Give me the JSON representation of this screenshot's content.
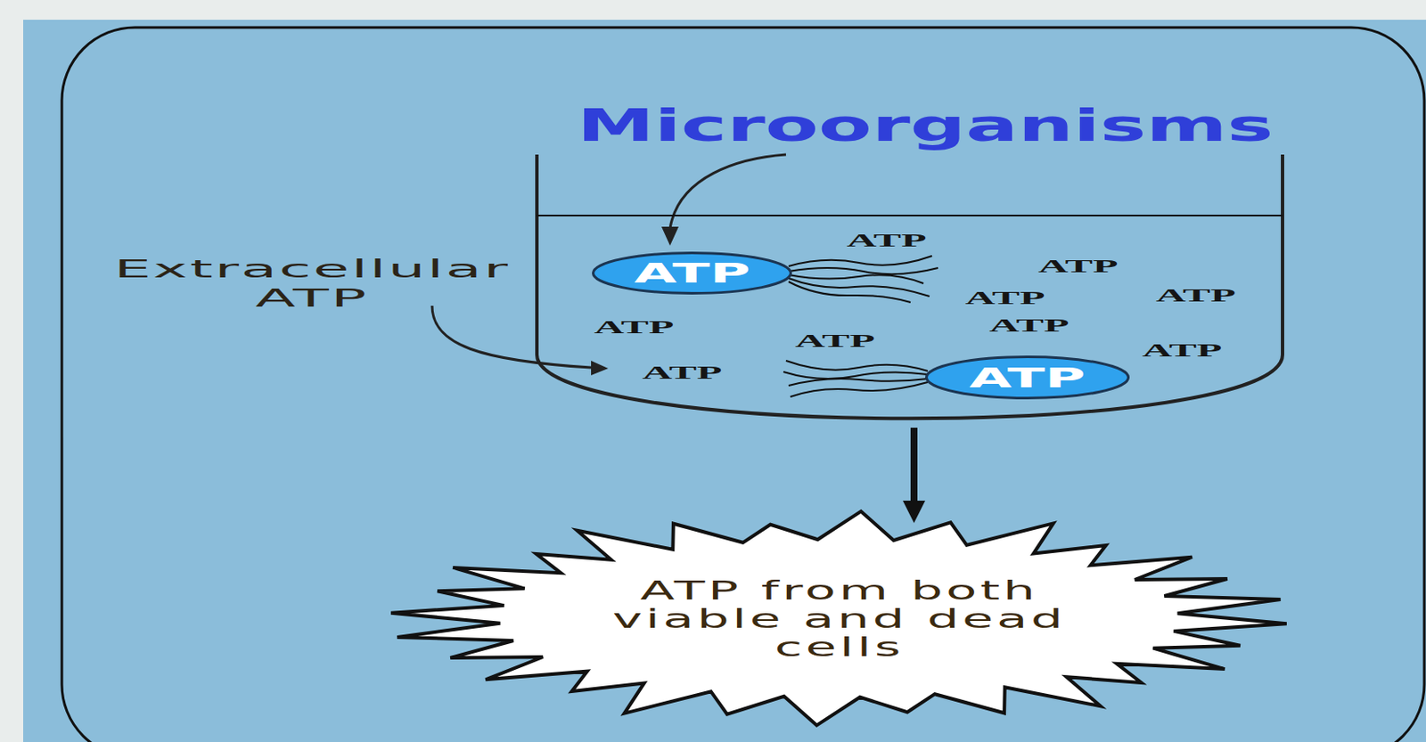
{
  "diagram": {
    "nodes": [
      {
        "text": [
          "ATP",
          "ATP",
          "ATP",
          "ATP",
          "ATP",
          "ATP",
          "ATP",
          "ATP",
          "ATP"
        ]
      },
      {
        "text": [
          "ATP"
        ],
        "in": 0
      },
      {
        "text": [
          "ATP"
        ],
        "in": 0
      },
      {
        "text": [
          "ATP from both viable and dead cells"
        ]
      }
    ],
    "edges": [
      {
        "from": 0,
        "to": 3,
        "arrow": "to"
      }
    ],
    "labels": [
      "Microorganisms",
      "Extracellular ATP"
    ]
  }
}
